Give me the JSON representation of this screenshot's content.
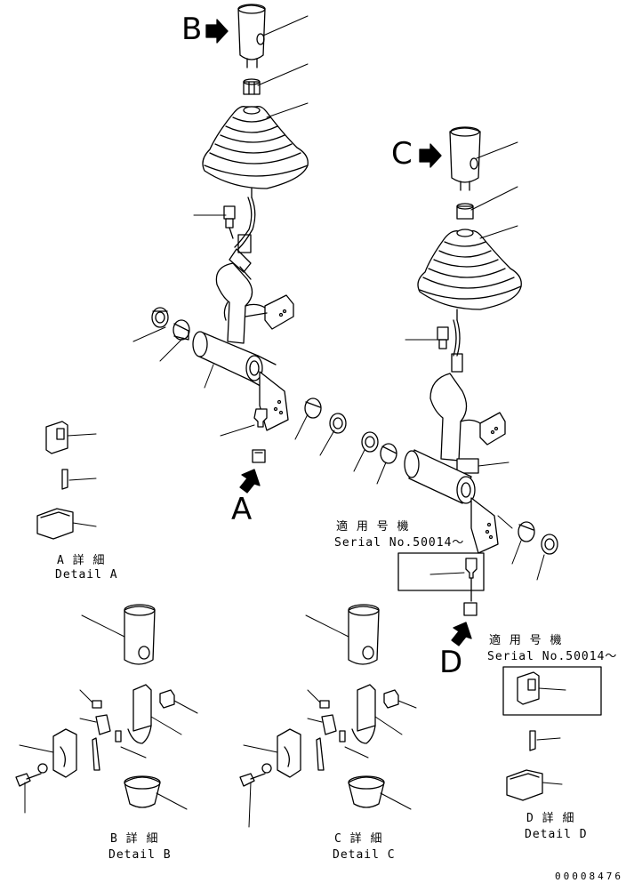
{
  "view_labels": {
    "b": "B",
    "c": "C",
    "a": "A",
    "d": "D"
  },
  "details": {
    "a": {
      "jp": "A 詳 細",
      "en": "Detail A"
    },
    "b": {
      "jp": "B 詳 細",
      "en": "Detail B"
    },
    "c": {
      "jp": "C 詳 細",
      "en": "Detail C"
    },
    "d": {
      "jp": "D 詳 細",
      "en": "Detail D"
    }
  },
  "serial_notes": {
    "right_lever": {
      "jp": "適 用 号 機",
      "en": "Serial No.50014～"
    },
    "detail_d": {
      "jp": "適 用 号 機",
      "en": "Serial No.50014～"
    }
  },
  "drawing_number": "00008476"
}
